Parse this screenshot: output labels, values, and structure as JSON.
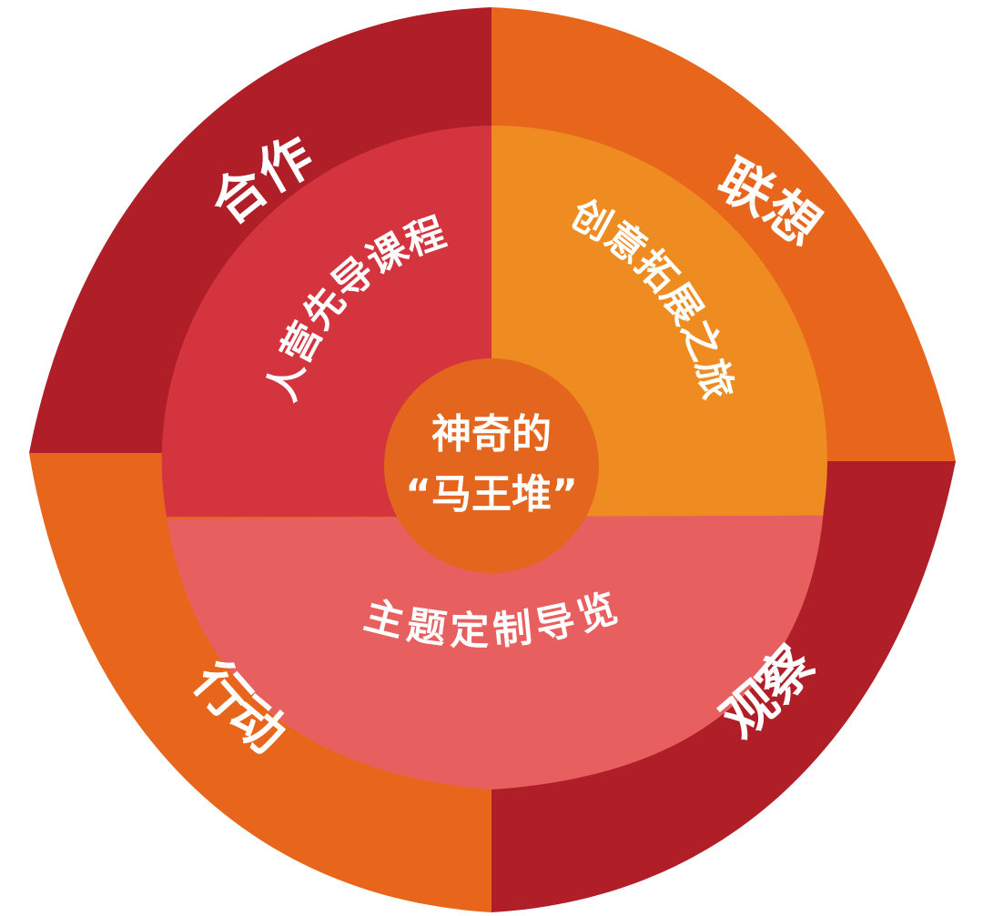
{
  "center": {
    "line1": "神奇的",
    "line2": "“马王堆”",
    "color": "#E4661E"
  },
  "outer_ring": [
    {
      "id": "top-left",
      "label": "合作",
      "color": "#B01E27"
    },
    {
      "id": "top-right",
      "label": "联想",
      "color": "#E8661B"
    },
    {
      "id": "bottom-right",
      "label": "观察",
      "color": "#B01E27"
    },
    {
      "id": "bottom-left",
      "label": "行动",
      "color": "#E8661B"
    }
  ],
  "inner_ring": [
    {
      "id": "top-left",
      "label": "人营先导课程",
      "color": "#D4343D"
    },
    {
      "id": "top-right",
      "label": "创意拓展之旅",
      "color": "#EE8C21"
    },
    {
      "id": "bottom",
      "label": "主题定制导览",
      "color": "#E85F5F"
    }
  ],
  "theme": {
    "background": "#FFFFFF",
    "text_color": "#FFFFFF"
  }
}
